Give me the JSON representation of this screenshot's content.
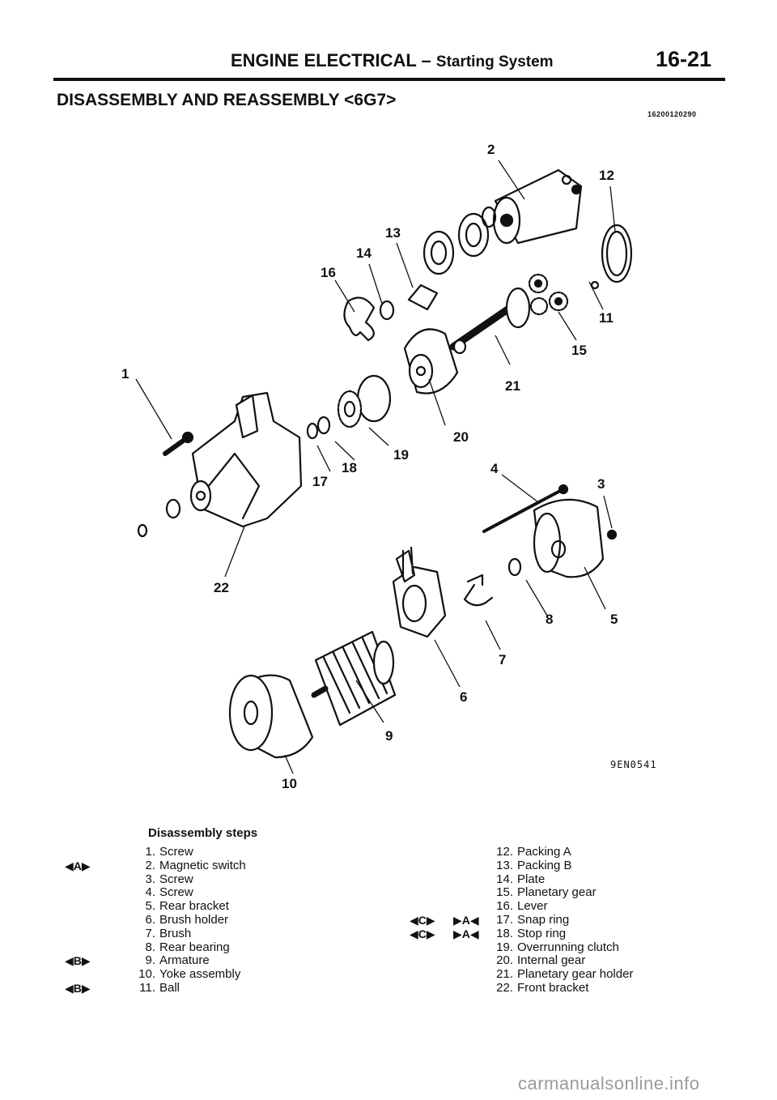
{
  "header": {
    "section": "ENGINE ELECTRICAL",
    "dash": "–",
    "subsection": "Starting System",
    "page_number": "16-21",
    "title": "DISASSEMBLY AND REASSEMBLY <6G7>",
    "code": "16200120290"
  },
  "figure": {
    "code": "9EN0541",
    "callouts": [
      "1",
      "2",
      "3",
      "4",
      "5",
      "6",
      "7",
      "8",
      "9",
      "10",
      "11",
      "12",
      "13",
      "14",
      "15",
      "16",
      "17",
      "18",
      "19",
      "20",
      "21",
      "22"
    ]
  },
  "steps": {
    "title": "Disassembly steps",
    "left": [
      {
        "num": "1.",
        "text": "Screw"
      },
      {
        "num": "2.",
        "text": "Magnetic switch",
        "mark": "◀A▶"
      },
      {
        "num": "3.",
        "text": "Screw"
      },
      {
        "num": "4.",
        "text": "Screw"
      },
      {
        "num": "5.",
        "text": "Rear bracket"
      },
      {
        "num": "6.",
        "text": "Brush holder"
      },
      {
        "num": "7.",
        "text": "Brush"
      },
      {
        "num": "8.",
        "text": "Rear bearing"
      },
      {
        "num": "9.",
        "text": "Armature",
        "mark": "◀B▶"
      },
      {
        "num": "10.",
        "text": "Yoke assembly"
      },
      {
        "num": "11.",
        "text": "Ball",
        "mark": "◀B▶"
      }
    ],
    "right": [
      {
        "num": "12.",
        "text": "Packing A"
      },
      {
        "num": "13.",
        "text": "Packing B"
      },
      {
        "num": "14.",
        "text": "Plate"
      },
      {
        "num": "15.",
        "text": "Planetary gear"
      },
      {
        "num": "16.",
        "text": "Lever"
      },
      {
        "num": "17.",
        "text": "Snap ring",
        "mark_disassembly": "◀C▶",
        "mark_reassembly": "▶A◀"
      },
      {
        "num": "18.",
        "text": "Stop ring",
        "mark_disassembly": "◀C▶",
        "mark_reassembly": "▶A◀"
      },
      {
        "num": "19.",
        "text": "Overrunning clutch"
      },
      {
        "num": "20.",
        "text": "Internal gear"
      },
      {
        "num": "21.",
        "text": "Planetary gear holder"
      },
      {
        "num": "22.",
        "text": "Front bracket"
      }
    ]
  },
  "watermark": "carmanualsonline.info"
}
